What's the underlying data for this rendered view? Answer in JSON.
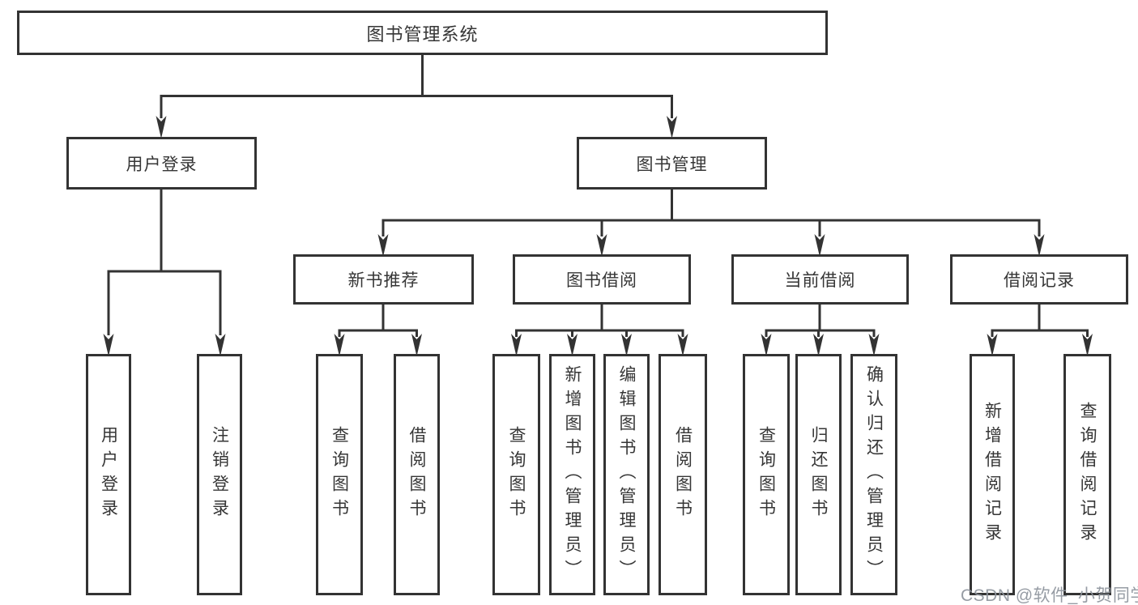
{
  "diagram": {
    "title": "图书管理系统",
    "root": {
      "label": "图书管理系统"
    },
    "branches": [
      {
        "label": "用户登录",
        "children": [
          {
            "label": "用户登录"
          },
          {
            "label": "注销登录"
          }
        ]
      },
      {
        "label": "图书管理",
        "children": [
          {
            "label": "新书推荐",
            "children": [
              {
                "label": "查询图书"
              },
              {
                "label": "借阅图书"
              }
            ]
          },
          {
            "label": "图书借阅",
            "children": [
              {
                "label": "查询图书"
              },
              {
                "label": "新增图书（管理员）"
              },
              {
                "label": "编辑图书（管理员）"
              },
              {
                "label": "借阅图书"
              }
            ]
          },
          {
            "label": "当前借阅",
            "children": [
              {
                "label": "查询图书"
              },
              {
                "label": "归还图书"
              },
              {
                "label": "确认归还（管理员）"
              }
            ]
          },
          {
            "label": "借阅记录",
            "children": [
              {
                "label": "新增借阅记录"
              },
              {
                "label": "查询借阅记录"
              }
            ]
          }
        ]
      }
    ]
  },
  "watermark": {
    "text": "CSDN @软件_小贺同学"
  },
  "colors": {
    "line": "#333333",
    "text": "#363636",
    "box_background": "#ffffff",
    "watermark": "#8d949c",
    "page_background": "#ffffff"
  }
}
